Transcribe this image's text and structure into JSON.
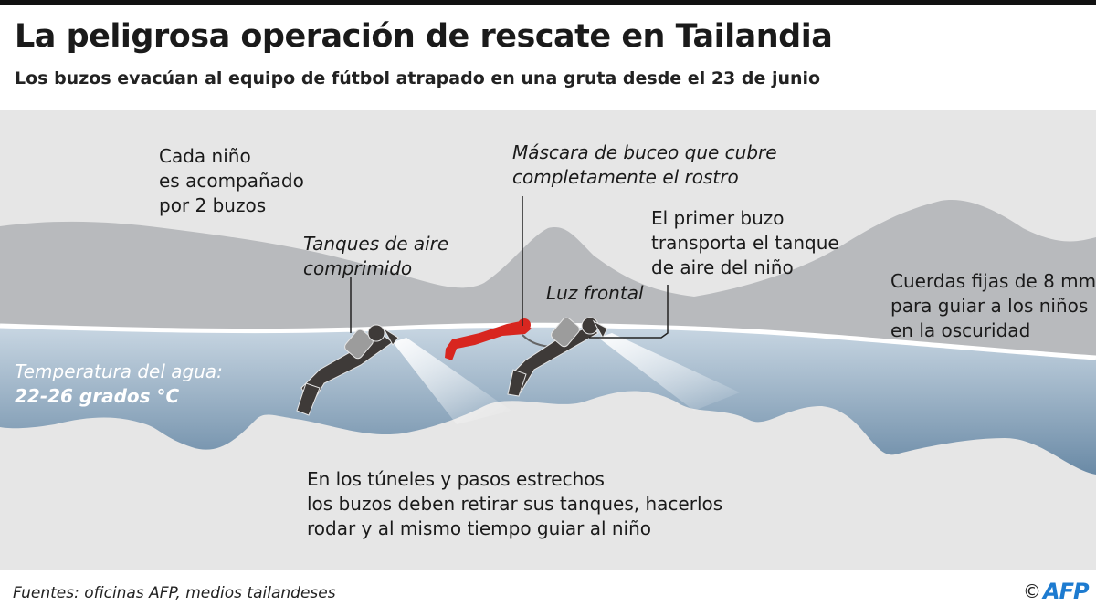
{
  "header": {
    "title": "La peligrosa operación de rescate en Tailandia",
    "subtitle": "Los buzos evacúan al equipo de fútbol atrapado en una gruta desde el 23 de junio"
  },
  "labels": {
    "each_child": [
      "Cada niño",
      "es acompañado",
      "por 2 buzos"
    ],
    "air_tanks": [
      "Tanques de aire",
      "comprimido"
    ],
    "mask": [
      "Máscara de buceo que cubre",
      "completamente el rostro"
    ],
    "first_diver": [
      "El primer buzo",
      "transporta el tanque",
      "de aire del niño"
    ],
    "headlight": "Luz frontal",
    "ropes": [
      "Cuerdas fijas de 8 mm",
      "para guiar a los niños",
      "en la oscuridad"
    ],
    "water_temp_label": "Temperatura del agua:",
    "water_temp_value": "22-26 grados °C",
    "tunnels": [
      "En los túneles y pasos estrechos",
      "los buzos deben retirar sus tanques, hacerlos",
      "rodar y al mismo tiempo guiar al niño"
    ]
  },
  "footer": {
    "sources": "Fuentes: oficinas AFP, medios tailandeses",
    "copyright": "©",
    "logo": "AFP"
  },
  "colors": {
    "cave_bg": "#e6e6e6",
    "rock": "#b8babd",
    "water_top": "#c9d7e3",
    "water_bottom": "#6a8aa6",
    "child": "#d8261f",
    "diver": "#3e3a38",
    "afp_blue": "#1d7bd0"
  }
}
